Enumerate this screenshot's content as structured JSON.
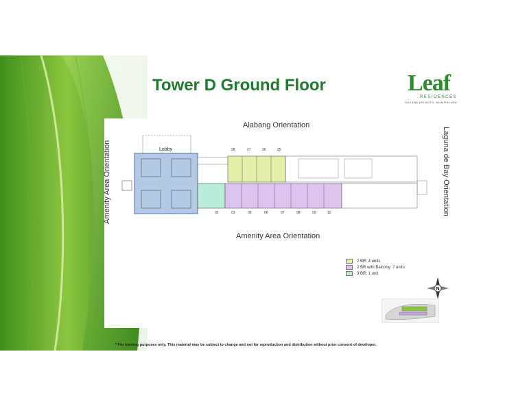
{
  "title": "Tower D Ground Floor",
  "logo": {
    "word": "Leaf",
    "sub": "RESIDENCES",
    "location": "SUSANA HEIGHTS, MUNTINLUPA"
  },
  "orientation": {
    "top": "Alabang Orientation",
    "bottom": "Amenity Area Orientation",
    "left": "Amenity Area Orientation",
    "right": "Laguna de Bay Orientation"
  },
  "lobby": "Lobby",
  "units_top": [
    "28",
    "27",
    "26",
    "25"
  ],
  "units_bottom": [
    "02",
    "03",
    "05",
    "06",
    "07",
    "08",
    "09",
    "10"
  ],
  "legend": [
    {
      "label": "2 BR: 4 units",
      "color": "#e3f0a8"
    },
    {
      "label": "2 BR with Balcony: 7 units",
      "color": "#dcc4ee"
    },
    {
      "label": "3 BR: 1 unit",
      "color": "#b8ecd8"
    }
  ],
  "compass_letter": "N",
  "footer": "* For training purposes only. This material may be subject to change and not for reproduction and distribution without prior consent of developer."
}
